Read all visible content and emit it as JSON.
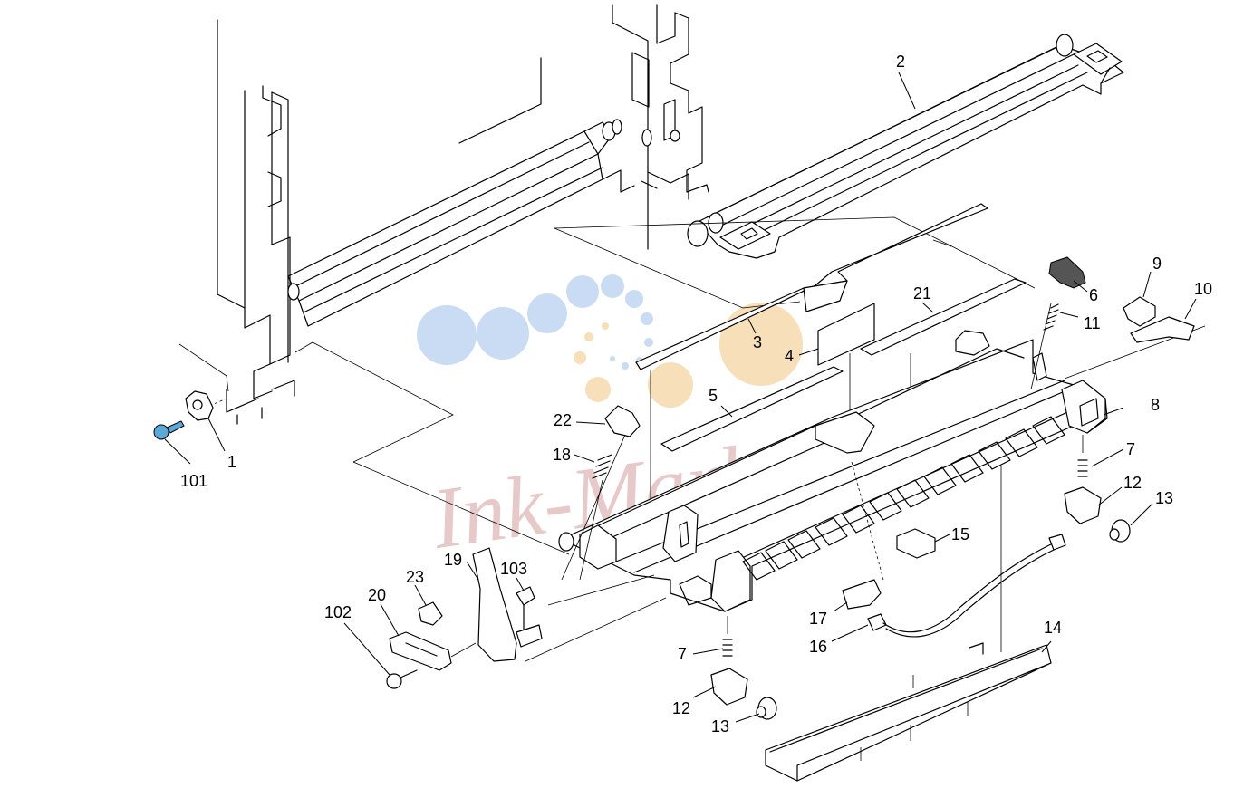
{
  "diagram": {
    "highlight_color": "#5aa9d8",
    "watermark": {
      "text": "Ink-Market",
      "dot_color_blue": "#c9dcf3",
      "dot_color_orange": "#f6dfb9",
      "text_color": "#e7c9c9"
    },
    "callouts": [
      {
        "id": "c1",
        "label": "1"
      },
      {
        "id": "c101",
        "label": "101"
      },
      {
        "id": "c2",
        "label": "2"
      },
      {
        "id": "c3",
        "label": "3"
      },
      {
        "id": "c4",
        "label": "4"
      },
      {
        "id": "c5",
        "label": "5"
      },
      {
        "id": "c6",
        "label": "6"
      },
      {
        "id": "c7a",
        "label": "7"
      },
      {
        "id": "c7b",
        "label": "7"
      },
      {
        "id": "c8",
        "label": "8"
      },
      {
        "id": "c9",
        "label": "9"
      },
      {
        "id": "c10",
        "label": "10"
      },
      {
        "id": "c11",
        "label": "11"
      },
      {
        "id": "c12a",
        "label": "12"
      },
      {
        "id": "c12b",
        "label": "12"
      },
      {
        "id": "c13a",
        "label": "13"
      },
      {
        "id": "c13b",
        "label": "13"
      },
      {
        "id": "c14",
        "label": "14"
      },
      {
        "id": "c15",
        "label": "15"
      },
      {
        "id": "c16",
        "label": "16"
      },
      {
        "id": "c17",
        "label": "17"
      },
      {
        "id": "c18",
        "label": "18"
      },
      {
        "id": "c19",
        "label": "19"
      },
      {
        "id": "c20",
        "label": "20"
      },
      {
        "id": "c21",
        "label": "21"
      },
      {
        "id": "c22",
        "label": "22"
      },
      {
        "id": "c23",
        "label": "23"
      },
      {
        "id": "c102",
        "label": "102"
      },
      {
        "id": "c103",
        "label": "103"
      }
    ]
  }
}
